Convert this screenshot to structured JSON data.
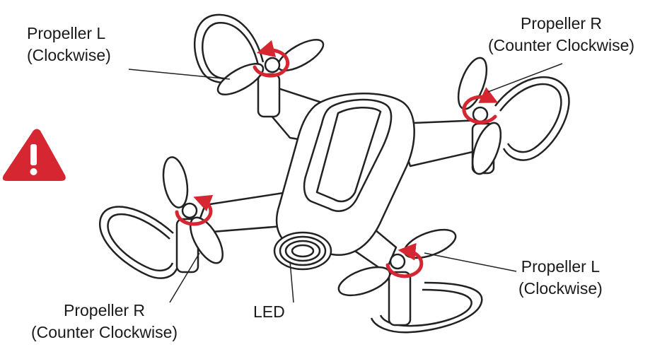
{
  "labels": {
    "front_left": {
      "line1": "Propeller L",
      "line2": "(Clockwise)"
    },
    "front_right": {
      "line1": "Propeller R",
      "line2": "(Counter Clockwise)"
    },
    "rear_left": {
      "line1": "Propeller R",
      "line2": "(Counter Clockwise)"
    },
    "rear_right": {
      "line1": "Propeller L",
      "line2": "(Clockwise)"
    },
    "led": "LED"
  },
  "icons": {
    "warning": "warning-triangle-icon",
    "rotation_arrow": "rotation-arrow-icon"
  },
  "colors": {
    "warning": "#d62631",
    "rotation_arrow": "#d62631",
    "line_art": "#222222"
  }
}
